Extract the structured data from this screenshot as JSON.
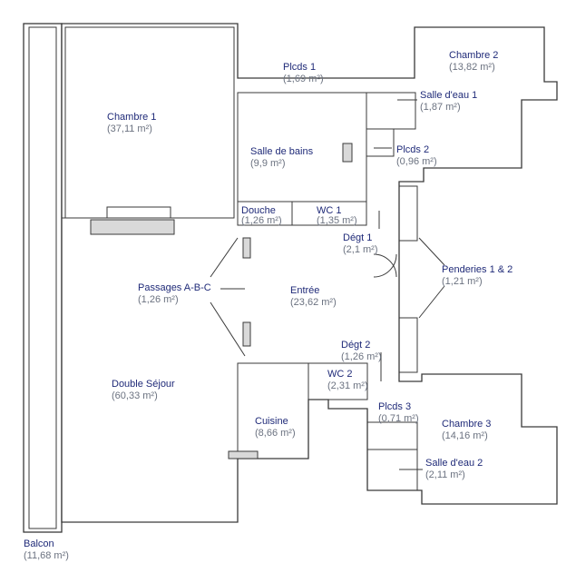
{
  "rooms": [
    {
      "label": "Chambre 1",
      "area": "(37,11 m²)"
    },
    {
      "label": "Plcds 1",
      "area": "(1,69 m²)"
    },
    {
      "label": "Chambre 2",
      "area": "(13,82 m²)"
    },
    {
      "label": "Salle d'eau 1",
      "area": "(1,87 m²)"
    },
    {
      "label": "Salle de bains",
      "area": "(9,9 m²)"
    },
    {
      "label": "Plcds 2",
      "area": "(0,96 m²)"
    },
    {
      "label": "Douche",
      "area": "(1,26 m²)"
    },
    {
      "label": "WC 1",
      "area": "(1,35 m²)"
    },
    {
      "label": "Dégt 1",
      "area": "(2,1 m²)"
    },
    {
      "label": "Passages A-B-C",
      "area": "(1,26 m²)"
    },
    {
      "label": "Entrée",
      "area": "(23,62 m²)"
    },
    {
      "label": "Penderies 1 & 2",
      "area": "(1,21 m²)"
    },
    {
      "label": "Dégt 2",
      "area": "(1,26 m²)"
    },
    {
      "label": "Double Séjour",
      "area": "(60,33 m²)"
    },
    {
      "label": "WC 2",
      "area": "(2,31 m²)"
    },
    {
      "label": "Cuisine",
      "area": "(8,66 m²)"
    },
    {
      "label": "Plcds 3",
      "area": "(0,71 m²)"
    },
    {
      "label": "Chambre 3",
      "area": "(14,16 m²)"
    },
    {
      "label": "Salle d'eau 2",
      "area": "(2,11 m²)"
    },
    {
      "label": "Balcon",
      "area": "(11,68 m²)"
    }
  ]
}
